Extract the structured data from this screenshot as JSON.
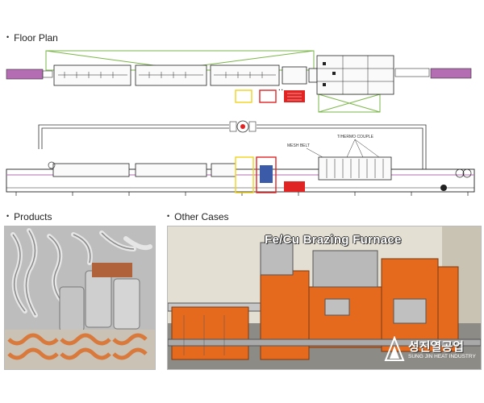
{
  "sections": {
    "floor_plan": {
      "heading": "Floor Plan"
    },
    "products": {
      "heading": "Products"
    },
    "other_cases": {
      "heading": "Other Cases"
    }
  },
  "bullet": "•",
  "plan_labels": {
    "thermo_couple": "T/HERMO COUPLE",
    "mesh_belt": "MESH BELT"
  },
  "cases_photo": {
    "title": "Fe/Cu Brazing Furnace",
    "logo_korean": "성진열공업",
    "logo_english": "SUNG JIN HEAT INDUSTRY"
  },
  "colors": {
    "frame_green": "#7ab648",
    "legend_yellow": "#f2d21b",
    "legend_red": "#e02424",
    "conveyor_pink": "#b46cb3",
    "furnace_orange": "#e66a1e",
    "copper": "#d9793c"
  }
}
